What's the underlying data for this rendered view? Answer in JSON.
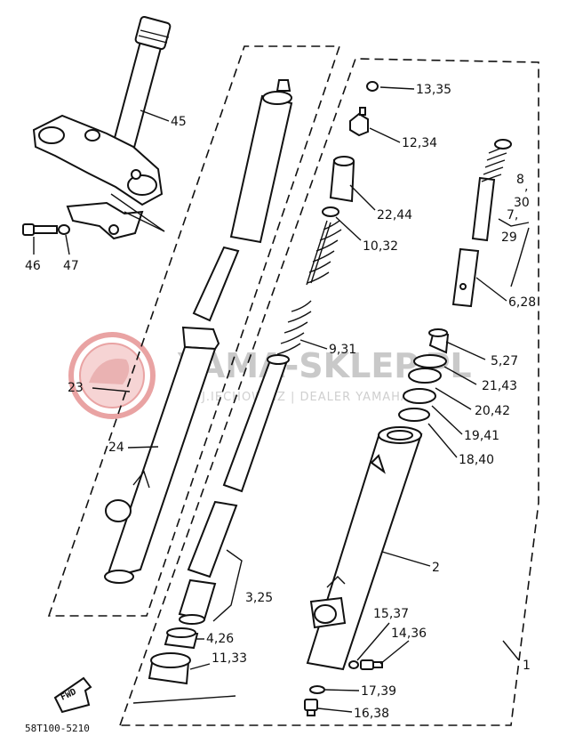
{
  "watermark": {
    "brand": "YAMA-SKLEP.PL",
    "subtitle": "WOJ.IECHOWICZ | DEALER YAMAHA",
    "logo_color": "#e23b3b"
  },
  "diagram_code": "58T100-5210",
  "fwd_label": "FWD",
  "callouts": {
    "c45": "45",
    "c46": "46",
    "c47": "47",
    "c23": "23",
    "c24": "24",
    "c13_35": "13,35",
    "c12_34": "12,34",
    "c22_44": "22,44",
    "c10_32": "10,32",
    "c9_31": "9,31",
    "c3_25": "3,25",
    "c4_26": "4,26",
    "c11_33": "11,33",
    "c8": "8",
    "c8comma": ",",
    "c30": "30",
    "c7": "7,",
    "c29": "29",
    "c6_28": "6,28",
    "c5_27": "5,27",
    "c21_43": "21,43",
    "c20_42": "20,42",
    "c19_41": "19,41",
    "c18_40": "18,40",
    "c2": "2",
    "c15_37": "15,37",
    "c14_36": "14,36",
    "c17_39": "17,39",
    "c16_38": "16,38",
    "c1": "1"
  }
}
